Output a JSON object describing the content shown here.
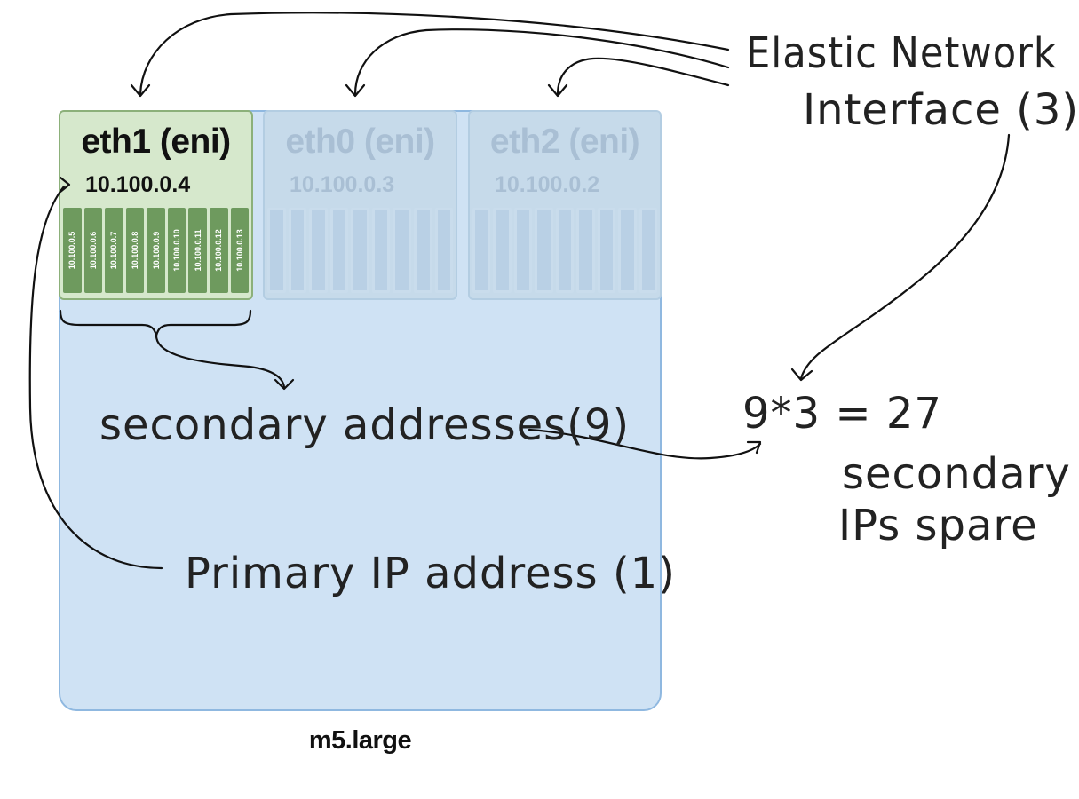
{
  "instance": {
    "label": "m5.large"
  },
  "enis": [
    {
      "name": "eth1 (eni)",
      "primary_ip": "10.100.0.4",
      "secondary_ips": [
        "10.100.0.5",
        "10.100.0.6",
        "10.100.0.7",
        "10.100.0.8",
        "10.100.0.9",
        "10.100.0.10",
        "10.100.0.11",
        "10.100.0.12",
        "10.100.0.13"
      ],
      "highlighted": true
    },
    {
      "name": "eth0 (eni)",
      "primary_ip": "10.100.0.3",
      "highlighted": false
    },
    {
      "name": "eth2 (eni)",
      "primary_ip": "10.100.0.2",
      "highlighted": false
    }
  ],
  "annotations": {
    "eni_label_line1": "Elastic Network",
    "eni_label_line2": "Interface (3)",
    "secondary_label": "secondary addresses(9)",
    "primary_label": "Primary IP address (1)",
    "calc": "9*3 = 27",
    "spare_line1": "secondary",
    "spare_line2": "IPs spare"
  },
  "colors": {
    "instance_fill": "#cfe2f4",
    "active_eni_fill": "#d6e8cc",
    "slot_fill": "#6e9a5e",
    "faded_text": "#a9bfd4"
  }
}
